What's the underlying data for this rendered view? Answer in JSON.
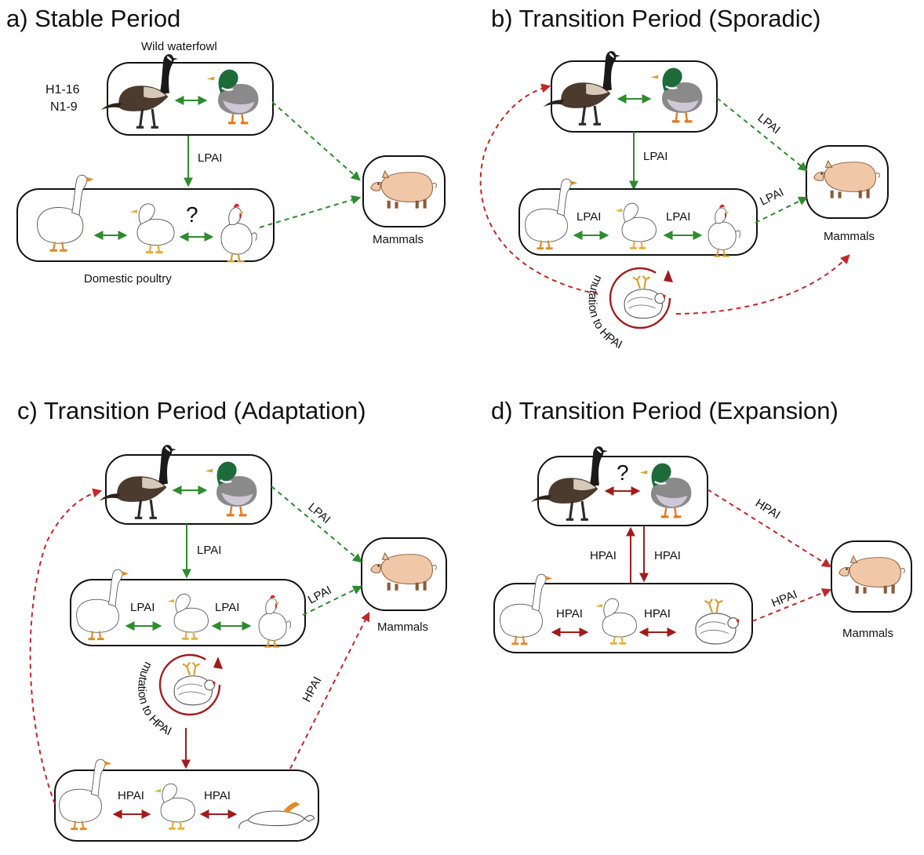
{
  "colors": {
    "lpai": "#2e8b2e",
    "hpai": "#a01c1c",
    "hpai_dash": "#c0282a",
    "pig": "#f0c8a8",
    "goose_body": "#4b3a2e",
    "duck_head": "#1e6b3a"
  },
  "icons": [
    "canada-goose-icon",
    "mallard-duck-icon",
    "domestic-goose-icon",
    "domestic-duck-icon",
    "chicken-icon",
    "dead-chicken-icon",
    "dead-goose-icon",
    "pig-icon",
    "mutation-cycle-icon"
  ],
  "panels": {
    "a": {
      "title": "a) Stable Period",
      "wild_label": "Wild waterfowl",
      "subtypes_h": "H1-16",
      "subtypes_n": "N1-9",
      "down_label": "LPAI",
      "question": "?",
      "mammals": "Mammals",
      "domestic_label": "Domestic poultry"
    },
    "b": {
      "title": "b) Transition Period (Sporadic)",
      "down_label": "LPAI",
      "wild_to_mammal": "LPAI",
      "dom_to_mammal": "LPAI",
      "goose_duck": "LPAI",
      "duck_chicken": "LPAI",
      "mammals": "Mammals",
      "mutation": "mutation to HPAI"
    },
    "c": {
      "title": "c) Transition Period (Adaptation)",
      "down_label": "LPAI",
      "wild_to_mammal": "LPAI",
      "dom_to_mammal": "LPAI",
      "goose_duck": "LPAI",
      "duck_chicken": "LPAI",
      "mammals": "Mammals",
      "mutation": "mutation to HPAI",
      "hpai_to_mammal": "HPAI",
      "bottom_goose_duck": "HPAI",
      "bottom_duck_dead": "HPAI"
    },
    "d": {
      "title": "d) Transition Period (Expansion)",
      "question": "?",
      "up_label": "HPAI",
      "down_label": "HPAI",
      "wild_to_mammal": "HPAI",
      "dom_to_mammal": "HPAI",
      "goose_duck": "HPAI",
      "duck_chicken": "HPAI",
      "mammals": "Mammals"
    }
  }
}
